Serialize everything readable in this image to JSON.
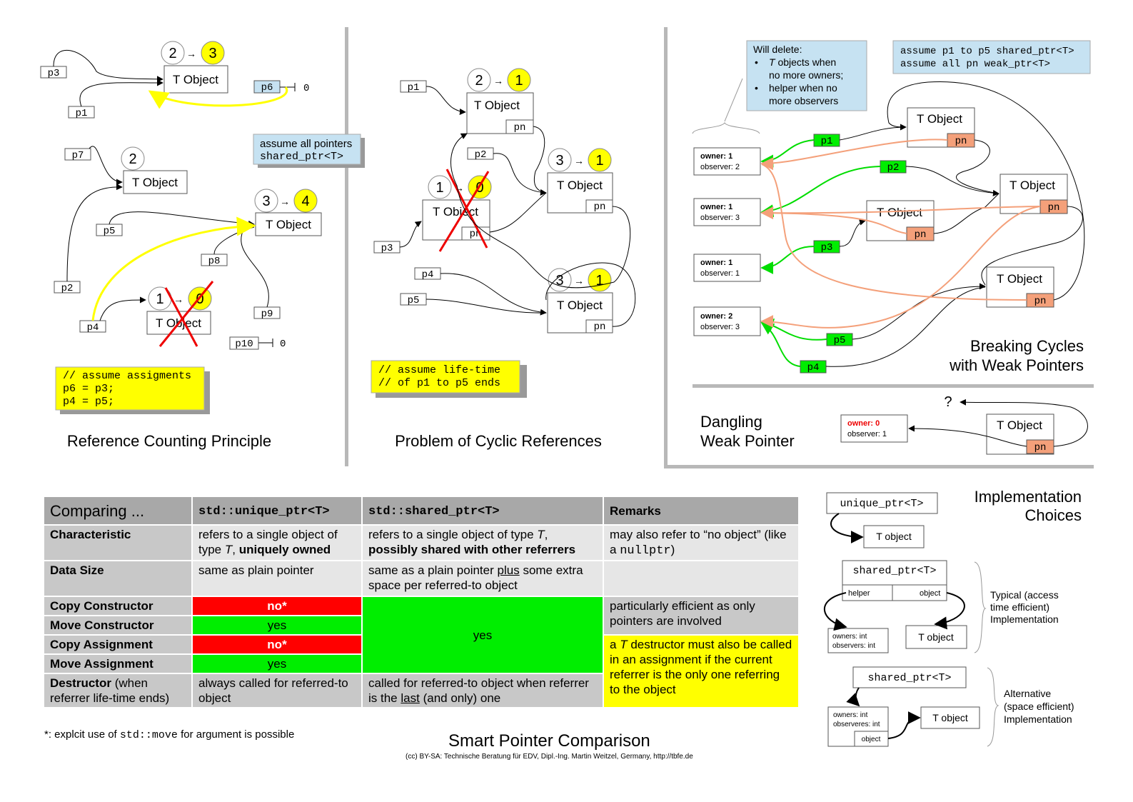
{
  "panel1": {
    "title": "Reference Counting Principle",
    "note": "assume all pointers",
    "note_type": "shared_ptr<T>",
    "code": [
      "// assume assigments",
      "p6 = p3;",
      "p4 = p5;"
    ],
    "objects": [
      {
        "label": "T Object",
        "count_from": "2",
        "count_to": "3"
      },
      {
        "label": "T Object",
        "count": "2"
      },
      {
        "label": "T Object",
        "count_from": "3",
        "count_to": "4"
      },
      {
        "label": "T Object",
        "count_from": "1",
        "count_to": "0"
      }
    ],
    "pointers": [
      "p1",
      "p2",
      "p3",
      "p4",
      "p5",
      "p6",
      "p7",
      "p8",
      "p9",
      "p10"
    ],
    "null_value": "0"
  },
  "panel2": {
    "title": "Problem of Cyclic References",
    "code": [
      "// assume life-time",
      "// of p1 to p5 ends"
    ],
    "objects": [
      {
        "label": "T Object",
        "field": "pn",
        "count_from": "2",
        "count_to": "1"
      },
      {
        "label": "T Object",
        "field": "pn",
        "count_from": "3",
        "count_to": "1"
      },
      {
        "label": "T Object",
        "field": "pn",
        "count_from": "1",
        "count_to": "0"
      },
      {
        "label": "T Object",
        "field": "pn",
        "count_from": "3",
        "count_to": "1"
      }
    ],
    "pointers": [
      "p1",
      "p2",
      "p3",
      "p4",
      "p5"
    ]
  },
  "panel3": {
    "title_line1": "Breaking Cycles",
    "title_line2": "with Weak Pointers",
    "delete_note": {
      "heading": "Will delete:",
      "items": [
        "T objects when no more owners;",
        "helper when no more observers"
      ]
    },
    "assume_line1": "assume p1 to p5 shared_ptr<T>",
    "assume_line2": "assume all pn weak_ptr<T>",
    "helpers": [
      {
        "owner": "owner: 1",
        "observer": "observer: 2"
      },
      {
        "owner": "owner: 1",
        "observer": "observer: 3"
      },
      {
        "owner": "owner: 1",
        "observer": "observer: 1"
      },
      {
        "owner": "owner: 2",
        "observer": "observer: 3"
      }
    ],
    "objects": [
      "T Object",
      "T Object",
      "T Object",
      "T Object"
    ],
    "field": "pn",
    "pointers": [
      "p1",
      "p2",
      "p3",
      "p4",
      "p5"
    ]
  },
  "panel4": {
    "title_line1": "Dangling",
    "title_line2": "Weak Pointer",
    "helper_owner": "owner: 0",
    "helper_observer": "observer: 1",
    "object": "T Object",
    "field": "pn",
    "question": "?"
  },
  "impl": {
    "title_line1": "Implementation",
    "title_line2": "Choices",
    "unique": "unique_ptr<T>",
    "t_object": "T object",
    "shared": "shared_ptr<T>",
    "helper": "helper",
    "object": "object",
    "owners": "owners: int",
    "observers": "observers: int",
    "observers_alt": "observeres: int",
    "typical": [
      "Typical (access",
      "time efficient)",
      "Implementation"
    ],
    "alternative": [
      "Alternative",
      "(space efficient)",
      "Implementation"
    ]
  },
  "table": {
    "header": [
      "Comparing ...",
      "std::unique_ptr<T>",
      "std::shared_ptr<T>",
      "Remarks"
    ],
    "rows": {
      "characteristic": {
        "label": "Characteristic",
        "unique_a": "refers to a single object of type",
        "unique_t": "T",
        "unique_b": "uniquely owned",
        "shared_a": "refers to a single object of type",
        "shared_t": "T",
        "shared_b": "possibly shared with other referrers",
        "remark_a": "may also refer to “no object” (like a",
        "remark_code": "nullptr",
        "remark_b": ")"
      },
      "data_size": {
        "label": "Data Size",
        "unique": "same as plain pointer",
        "shared_a": "same as a plain pointer",
        "shared_u": "plus",
        "shared_b": "some extra space per referred-to object",
        "remark": ""
      },
      "copy_ctor": {
        "label": "Copy Constructor",
        "unique": "no*"
      },
      "move_ctor": {
        "label": "Move Constructor",
        "unique": "yes"
      },
      "copy_assign": {
        "label": "Copy Assignment",
        "unique": "no*"
      },
      "move_assign": {
        "label": "Move Assignment",
        "unique": "yes"
      },
      "shared_ops": "yes",
      "remark_ctor": "particularly efficient as only pointers are involved",
      "remark_assign_a": "a",
      "remark_assign_t": "T",
      "remark_assign_b": "destructor must also be called in an assignment if the current referrer is the only one referring to the object",
      "destructor": {
        "label": "Destructor",
        "label_rest": "(when referrer life-time ends)",
        "unique": "always called for referred-to object",
        "shared_a": "called for referred-to object when referrer is the",
        "shared_u": "last",
        "shared_b": "(and only) one"
      }
    },
    "colors": {
      "no": "#ff0000",
      "yes": "#00ee00",
      "remark_highlight": "#ffff00",
      "header": "#a8a8a8"
    }
  },
  "footnote_a": "*: explcit use of",
  "footnote_code": "std::move",
  "footnote_b": "for argument is possible",
  "main_title": "Smart Pointer Comparison",
  "credit": "(cc) BY-SA: Technische Beratung für EDV, Dipl.-Ing. Martin Weitzel, Germany, http://tbfe.de"
}
